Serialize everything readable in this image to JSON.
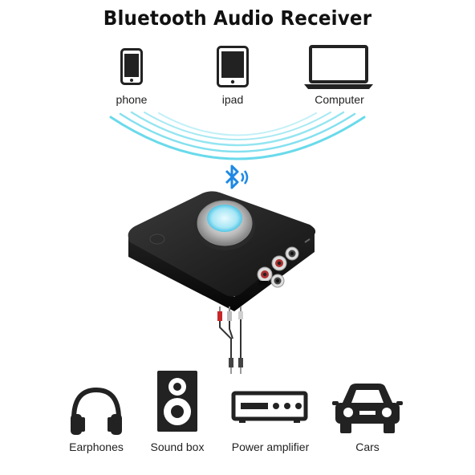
{
  "title": "Bluetooth Audio Receiver",
  "sources": [
    {
      "label": "phone",
      "icon": "smartphone-icon"
    },
    {
      "label": "ipad",
      "icon": "tablet-icon"
    },
    {
      "label": "Computer",
      "icon": "laptop-icon"
    }
  ],
  "outputs": [
    {
      "label": "Earphones",
      "icon": "headphones-icon"
    },
    {
      "label": "Sound box",
      "icon": "speaker-icon"
    },
    {
      "label": "Power amplifier",
      "icon": "amplifier-icon"
    },
    {
      "label": "Cars",
      "icon": "car-icon"
    }
  ],
  "colors": {
    "wave": "#4fd3e8",
    "bluetooth": "#1e88e5",
    "icon": "#222222",
    "device": "#1b1b1b"
  }
}
